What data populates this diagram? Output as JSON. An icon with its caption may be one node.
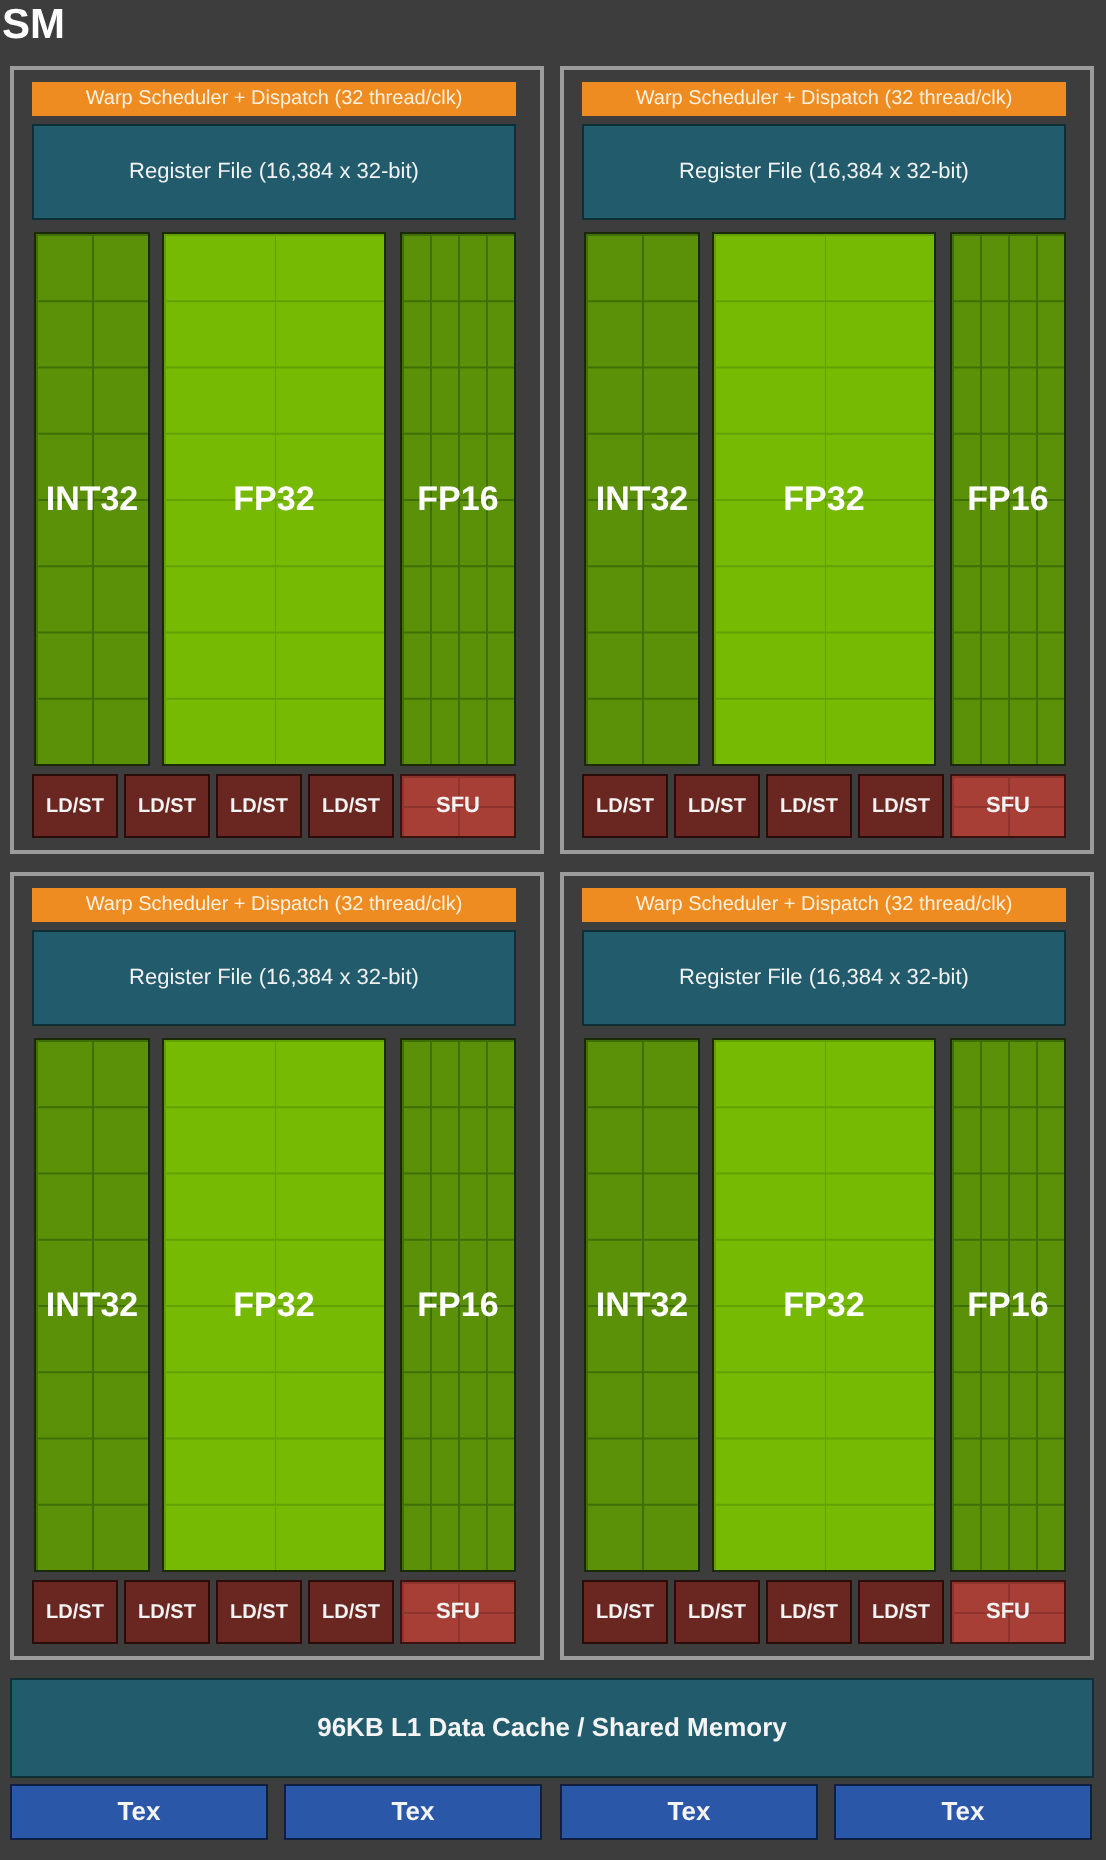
{
  "diagram": {
    "title": "SM",
    "nodes": [
      {
        "text": [],
        "shape": "box"
      },
      {
        "text": [
          "Warp Scheduler + Dispatch (32 thread/clk)"
        ],
        "in": 0
      },
      {
        "text": [
          "Register File (16,384 x 32-bit)"
        ],
        "in": 0
      },
      {
        "text": [
          "INT32"
        ],
        "in": 0
      },
      {
        "text": [
          "FP32"
        ],
        "in": 0
      },
      {
        "text": [
          "FP16"
        ],
        "in": 0
      },
      {
        "text": [
          "LD/ST"
        ],
        "in": 0
      },
      {
        "text": [
          "LD/ST"
        ],
        "in": 0
      },
      {
        "text": [
          "LD/ST"
        ],
        "in": 0
      },
      {
        "text": [
          "LD/ST"
        ],
        "in": 0
      },
      {
        "text": [
          "SFU"
        ],
        "in": 0
      },
      {
        "text": [],
        "shape": "box"
      },
      {
        "text": [
          "Warp Scheduler + Dispatch (32 thread/clk)"
        ],
        "in": 11
      },
      {
        "text": [
          "Register File (16,384 x 32-bit)"
        ],
        "in": 11
      },
      {
        "text": [
          "INT32"
        ],
        "in": 11
      },
      {
        "text": [
          "FP32"
        ],
        "in": 11
      },
      {
        "text": [
          "FP16"
        ],
        "in": 11
      },
      {
        "text": [
          "LD/ST"
        ],
        "in": 11
      },
      {
        "text": [
          "LD/ST"
        ],
        "in": 11
      },
      {
        "text": [
          "LD/ST"
        ],
        "in": 11
      },
      {
        "text": [
          "LD/ST"
        ],
        "in": 11
      },
      {
        "text": [
          "SFU"
        ],
        "in": 11
      },
      {
        "text": [],
        "shape": "box"
      },
      {
        "text": [
          "Warp Scheduler + Dispatch (32 thread/clk)"
        ],
        "in": 22
      },
      {
        "text": [
          "Register File (16,384 x 32-bit)"
        ],
        "in": 22
      },
      {
        "text": [
          "INT32"
        ],
        "in": 22
      },
      {
        "text": [
          "FP32"
        ],
        "in": 22
      },
      {
        "text": [
          "FP16"
        ],
        "in": 22
      },
      {
        "text": [
          "LD/ST"
        ],
        "in": 22
      },
      {
        "text": [
          "LD/ST"
        ],
        "in": 22
      },
      {
        "text": [
          "LD/ST"
        ],
        "in": 22
      },
      {
        "text": [
          "LD/ST"
        ],
        "in": 22
      },
      {
        "text": [
          "SFU"
        ],
        "in": 22
      },
      {
        "text": [],
        "shape": "box"
      },
      {
        "text": [
          "Warp Scheduler + Dispatch (32 thread/clk)"
        ],
        "in": 33
      },
      {
        "text": [
          "Register File (16,384 x 32-bit)"
        ],
        "in": 33
      },
      {
        "text": [
          "INT32"
        ],
        "in": 33
      },
      {
        "text": [
          "FP32"
        ],
        "in": 33
      },
      {
        "text": [
          "FP16"
        ],
        "in": 33
      },
      {
        "text": [
          "LD/ST"
        ],
        "in": 33
      },
      {
        "text": [
          "LD/ST"
        ],
        "in": 33
      },
      {
        "text": [
          "LD/ST"
        ],
        "in": 33
      },
      {
        "text": [
          "LD/ST"
        ],
        "in": 33
      },
      {
        "text": [
          "SFU"
        ],
        "in": 33
      },
      {
        "text": [
          "96KB L1 Data Cache / Shared Memory"
        ]
      },
      {
        "text": [
          "Tex"
        ]
      },
      {
        "text": [
          "Tex"
        ]
      },
      {
        "text": [
          "Tex"
        ]
      },
      {
        "text": [
          "Tex"
        ]
      }
    ]
  }
}
